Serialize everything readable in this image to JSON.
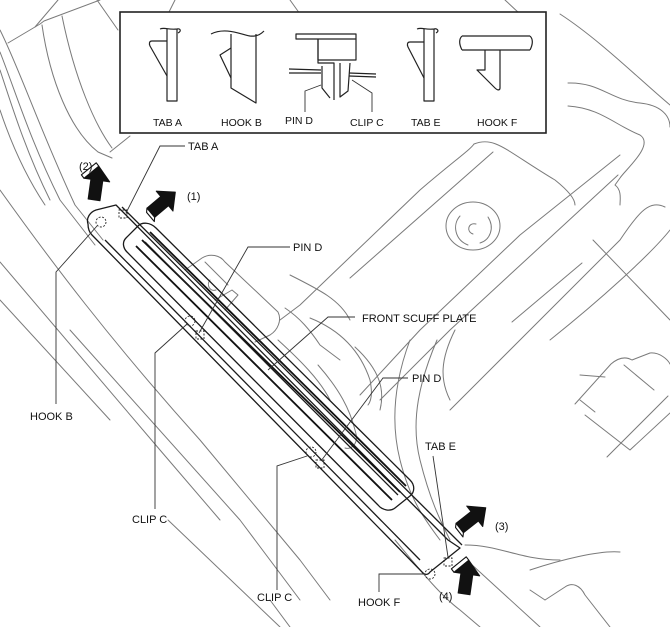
{
  "diagram": {
    "title": "Front scuff plate removal",
    "inset": {
      "details": [
        {
          "id": "tab-a",
          "label": "TAB A"
        },
        {
          "id": "hook-b",
          "label": "HOOK B"
        },
        {
          "id": "pin-d",
          "label": "PIN D"
        },
        {
          "id": "clip-c",
          "label": "CLIP C"
        },
        {
          "id": "tab-e",
          "label": "TAB E"
        },
        {
          "id": "hook-f",
          "label": "HOOK F"
        }
      ]
    },
    "callouts": {
      "tab_a": "TAB A",
      "pin_d_upper": "PIN D",
      "front_scuff_plate": "FRONT SCUFF PLATE",
      "pin_d_lower": "PIN D",
      "tab_e": "TAB E",
      "hook_b": "HOOK B",
      "clip_c_left": "CLIP C",
      "clip_c_lower": "CLIP C",
      "hook_f": "HOOK F"
    },
    "steps": [
      {
        "id": "step-1",
        "label": "(1)"
      },
      {
        "id": "step-2",
        "label": "(2)"
      },
      {
        "id": "step-3",
        "label": "(3)"
      },
      {
        "id": "step-4",
        "label": "(4)"
      }
    ]
  }
}
